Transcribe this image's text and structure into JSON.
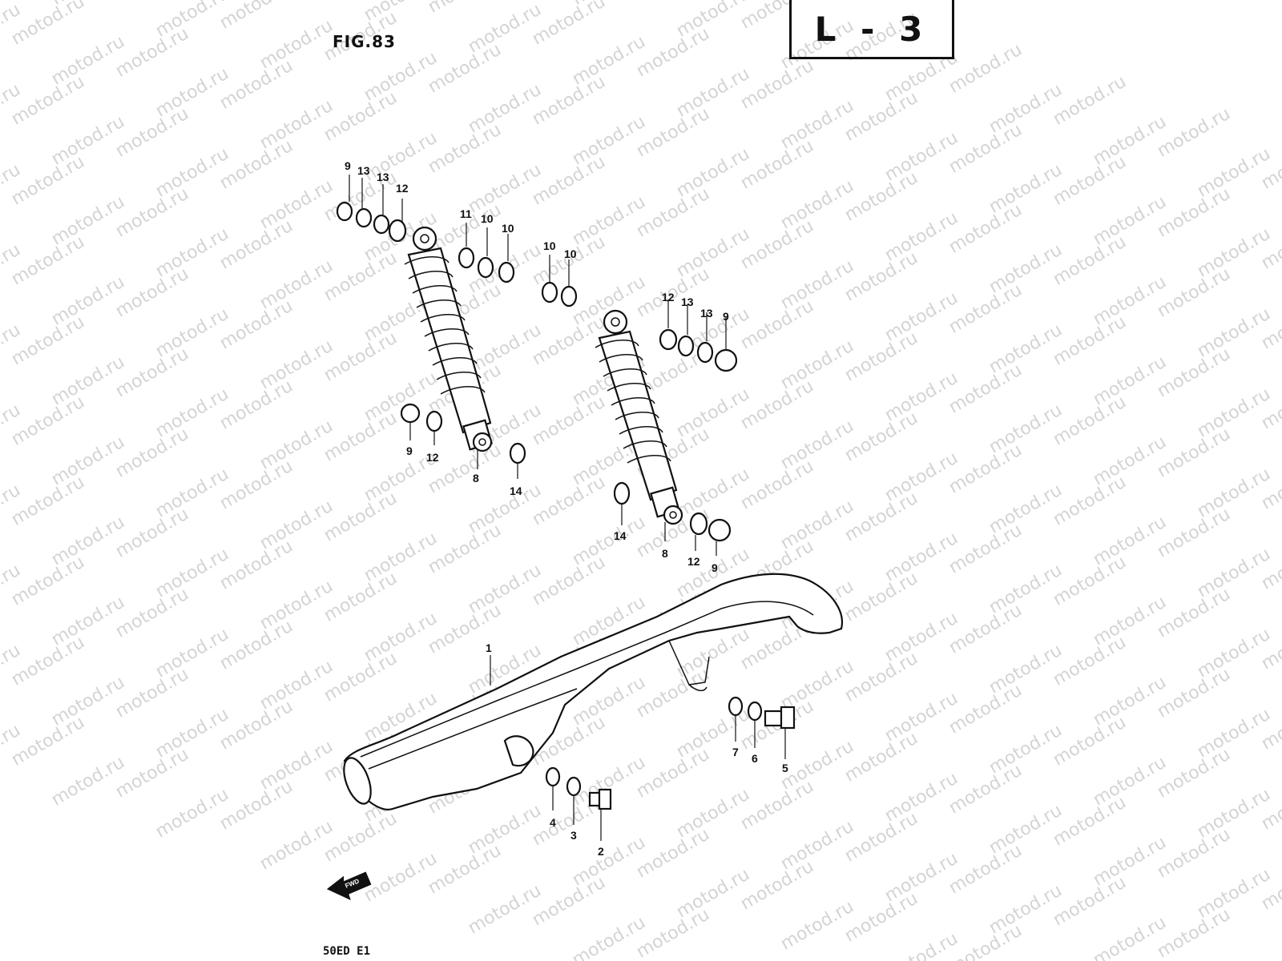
{
  "figure_label": "FIG.83",
  "section_code": "L - 3",
  "model_code": "50ED E1",
  "watermark_text": "motod.ru",
  "front_arrow_text": "FWD",
  "callouts": {
    "c1": "1",
    "c2": "2",
    "c3": "3",
    "c4": "4",
    "c5": "5",
    "c6": "6",
    "c7": "7",
    "c8a": "8",
    "c8b": "8",
    "c9a": "9",
    "c9b": "9",
    "c9c": "9",
    "c9d": "9",
    "c10a": "10",
    "c10b": "10",
    "c10c": "10",
    "c10d": "10",
    "c11": "11",
    "c12a": "12",
    "c12b": "12",
    "c12c": "12",
    "c12d": "12",
    "c13a": "13",
    "c13b": "13",
    "c13c": "13",
    "c13d": "13",
    "c14a": "14",
    "c14b": "14"
  }
}
